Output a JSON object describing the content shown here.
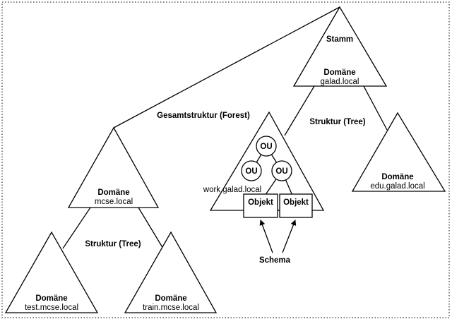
{
  "labels": {
    "stamm": "Stamm",
    "forest": "Gesamtstruktur (Forest)",
    "tree_upper": "Struktur (Tree)",
    "tree_lower": "Struktur (Tree)",
    "schema": "Schema",
    "work": "work.galad.local"
  },
  "domains": {
    "root": {
      "title": "Domäne",
      "name": "galad.local"
    },
    "edu": {
      "title": "Domäne",
      "name": "edu.galad.local"
    },
    "mcse": {
      "title": "Domäne",
      "name": "mcse.local"
    },
    "test": {
      "title": "Domäne",
      "name": "test.mcse.local"
    },
    "train": {
      "title": "Domäne",
      "name": "train.mcse.local"
    }
  },
  "ou": {
    "top": "OU",
    "left": "OU",
    "right": "OU"
  },
  "objects": {
    "left": "Objekt",
    "right": "Objekt"
  }
}
